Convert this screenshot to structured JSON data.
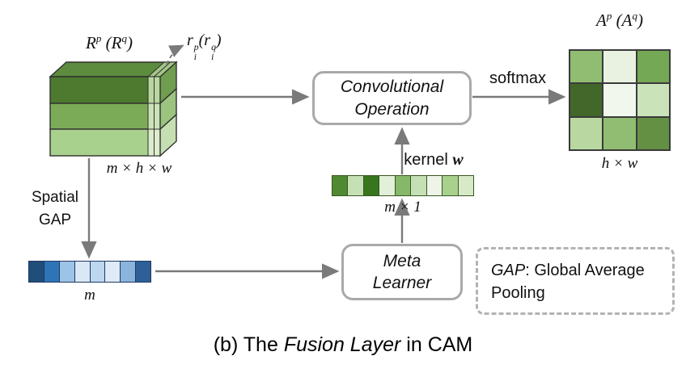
{
  "tensor": {
    "label": {
      "base1": "R",
      "sup1": "p",
      "mid": " (",
      "base2": "R",
      "sup2": "q",
      "close": ")"
    },
    "dims": "m × h × w"
  },
  "slice_label": {
    "base1": "r",
    "sup1": "p",
    "sub1": "i",
    "open": "(",
    "base2": "r",
    "sup2": "q",
    "sub2": "i",
    "close": ")"
  },
  "gap_arrow_label": {
    "line1": "Spatial",
    "line2": "GAP"
  },
  "conv_box": {
    "line1": "Convolutional",
    "line2": "Operation"
  },
  "softmax_label": "softmax",
  "attention": {
    "label": {
      "base1": "A",
      "sup1": "p",
      "mid": " (",
      "base2": "A",
      "sup2": "q",
      "close": ")"
    },
    "dims": "h × w",
    "cells": [
      [
        "#90bd72",
        "#e9f2e0",
        "#74a854"
      ],
      [
        "#41682a",
        "#f2f7ee",
        "#cbe3b9"
      ],
      [
        "#b9d8a1",
        "#90bd72",
        "#639043"
      ]
    ]
  },
  "vector": {
    "label": "m",
    "cells": [
      "#1f4e79",
      "#2e75b6",
      "#9dc3e6",
      "#dae8f6",
      "#bdd7ee",
      "#deebf7",
      "#8ab4dc",
      "#2e5f96"
    ]
  },
  "meta_box": {
    "line1": "Meta",
    "line2": "Learner"
  },
  "kernel": {
    "label_prefix": "kernel",
    "label_w": "w",
    "dims": "m × 1",
    "cells": [
      "#4f8a33",
      "#c5e0b4",
      "#38761d",
      "#e2efd9",
      "#85b868",
      "#c5e0b4",
      "#eef5e8",
      "#a9d18e",
      "#d8e9c8"
    ]
  },
  "legend": {
    "term": "GAP",
    "rest": ": Global Average Pooling"
  },
  "caption": {
    "prefix": "(b) The ",
    "italic": "Fusion Layer",
    "suffix": " in CAM"
  },
  "colors": {
    "arrow": "#7a7a7a",
    "box_border": "#a9a9a9",
    "tensor_front_1": "#4e7a30",
    "tensor_front_2": "#7cab58",
    "tensor_front_3": "#a9d18e",
    "tensor_top": "#5d8c3e",
    "tensor_top_slice": "#a3c787",
    "tensor_side_1": "#6f9e50",
    "tensor_side_2": "#9cc47e",
    "tensor_side_3": "#c6dfb2",
    "tensor_slice_1": "#b9d8a0",
    "tensor_slice_2": "#cbe3b6",
    "tensor_slice_3": "#ddedcc"
  }
}
